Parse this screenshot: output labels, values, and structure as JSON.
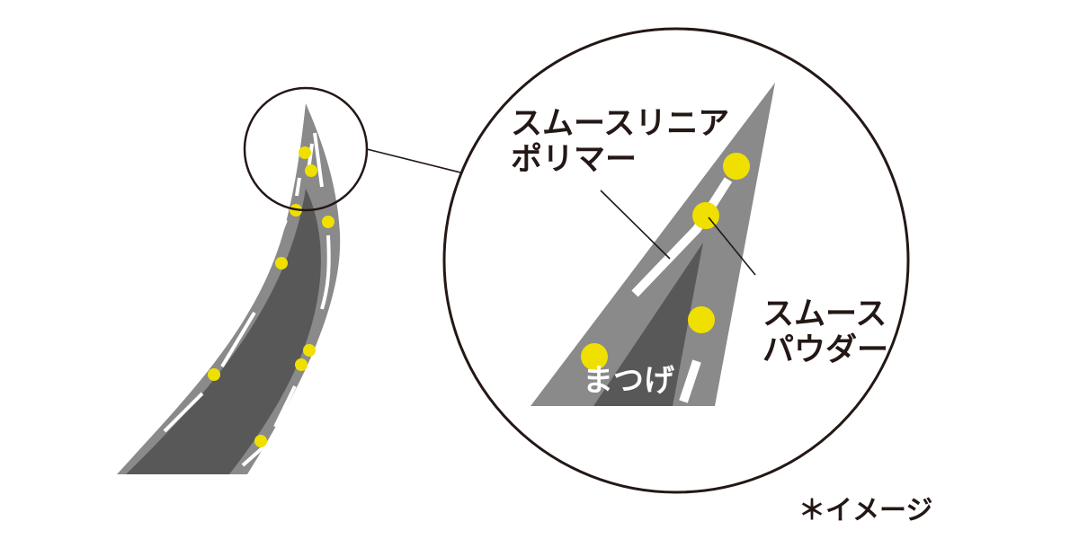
{
  "labels": {
    "polymer_line1": "スムースリニア",
    "polymer_line2": "ポリマー",
    "powder_line1": "スムース",
    "powder_line2": "パウダー",
    "eyelash": "まつげ",
    "note": "＊イメージ"
  },
  "colors": {
    "outer_coat": "#8a8a8a",
    "lash_core": "#585858",
    "powder_dot": "#f0e000",
    "polymer_stripe": "#ffffff",
    "outline": "#231815",
    "text": "#231815"
  }
}
